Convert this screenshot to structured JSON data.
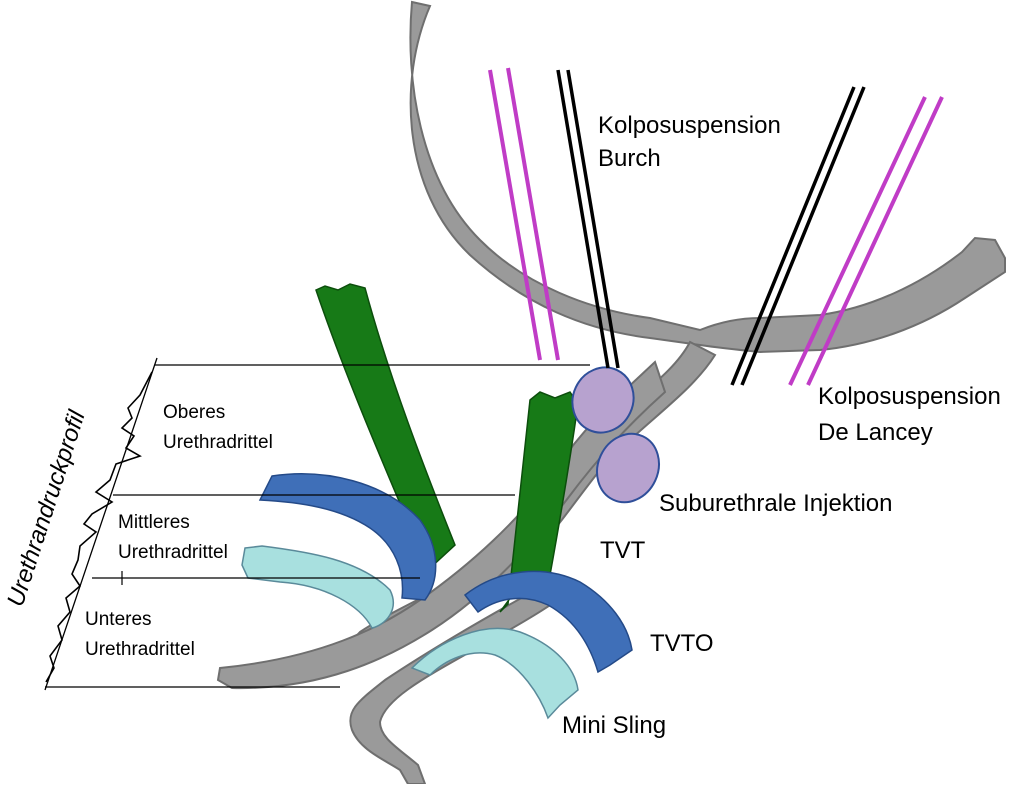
{
  "labels": {
    "burch_line1": "Kolposuspension",
    "burch_line2": "Burch",
    "delancey_line1": "Kolposuspension",
    "delancey_line2": "De Lancey",
    "injection": "Suburethrale Injektion",
    "tvt": "TVT",
    "tvto": "TVTO",
    "mini_sling": "Mini Sling",
    "upper_line1": "Oberes",
    "upper_line2": "Urethradrittel",
    "middle_line1": "Mittleres",
    "middle_line2": "Urethradrittel",
    "lower_line1": "Unteres",
    "lower_line2": "Urethradrittel",
    "profile": "Urethrandruckprofil"
  },
  "colors": {
    "tissue_gray": "#9a9a9a",
    "tissue_outline": "#6f6f6f",
    "tape_green": "#177a17",
    "sling_blue": "#3f6fb8",
    "mini_sling_cyan": "#a8e0df",
    "injection_lilac": "#b7a2cf",
    "suture_magenta": "#c03cc6",
    "suture_black": "#000000"
  }
}
